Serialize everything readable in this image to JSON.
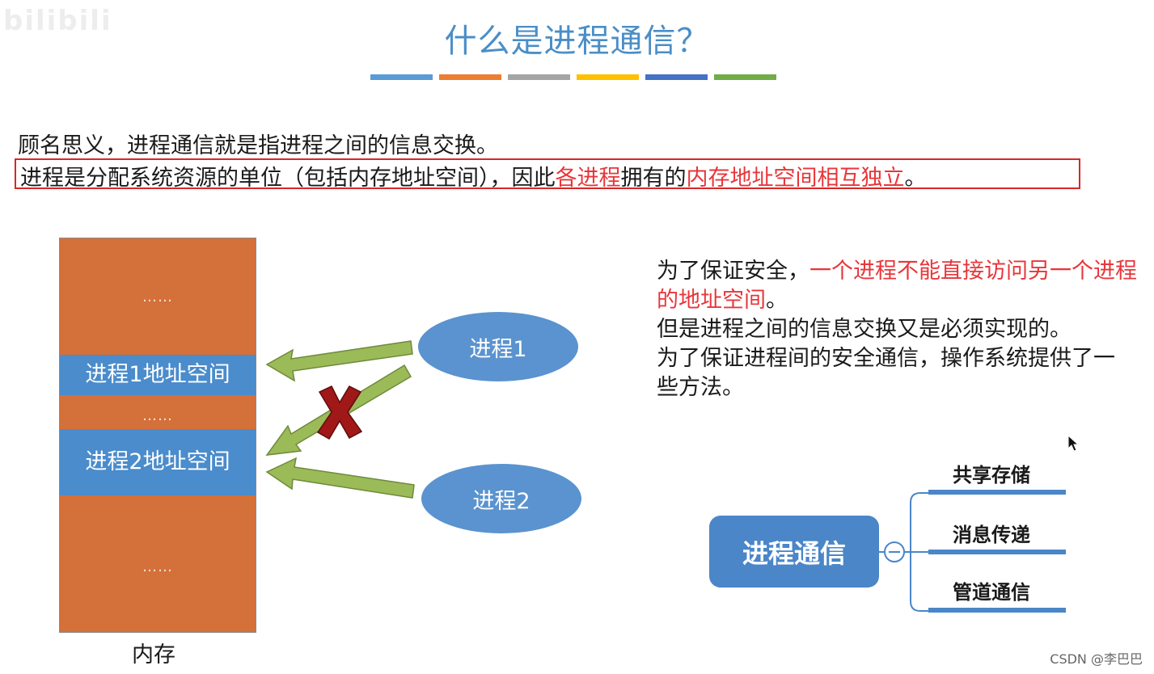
{
  "logo": "bilibili",
  "title": "什么是进程通信？",
  "color_strip": [
    "#5b9bd5",
    "#ed7d31",
    "#a5a5a5",
    "#ffc000",
    "#4472c4",
    "#70ad47"
  ],
  "intro": {
    "line1": "顾名思义，进程通信就是指进程之间的信息交换。",
    "line2_part1": "进程是分配系统资源的单位（包括内存地址空间），因此",
    "line2_red1": "各进程",
    "line2_part2": "拥有的",
    "line2_red2": "内存地址空间相互独立",
    "line2_end": "。"
  },
  "memory": {
    "dots": "……",
    "p1_space": "进程1地址空间",
    "p2_space": "进程2地址空间",
    "label": "内存"
  },
  "processes": {
    "p1": "进程1",
    "p2": "进程2"
  },
  "paragraph": {
    "s1_black": "为了保证安全，",
    "s1_red": "一个进程不能直接访问另一个进程的地址空间",
    "s1_end": "。",
    "s2": "但是进程之间的信息交换又是必须实现的。",
    "s3": "为了保证进程间的安全通信，操作系统提供了一些方法。"
  },
  "mindmap": {
    "center": "进程通信",
    "collapse_symbol": "−",
    "branches": [
      "共享存储",
      "消息传递",
      "管道通信"
    ]
  },
  "watermark": "CSDN @李巴巴",
  "colors": {
    "title": "#4a8ec7",
    "highlight_red": "#e8363a",
    "memory_orange": "#d4703a",
    "memory_blue": "#4a8ccc",
    "arrow_green": "#9bbb59",
    "mindmap_blue": "#4a86c8"
  }
}
